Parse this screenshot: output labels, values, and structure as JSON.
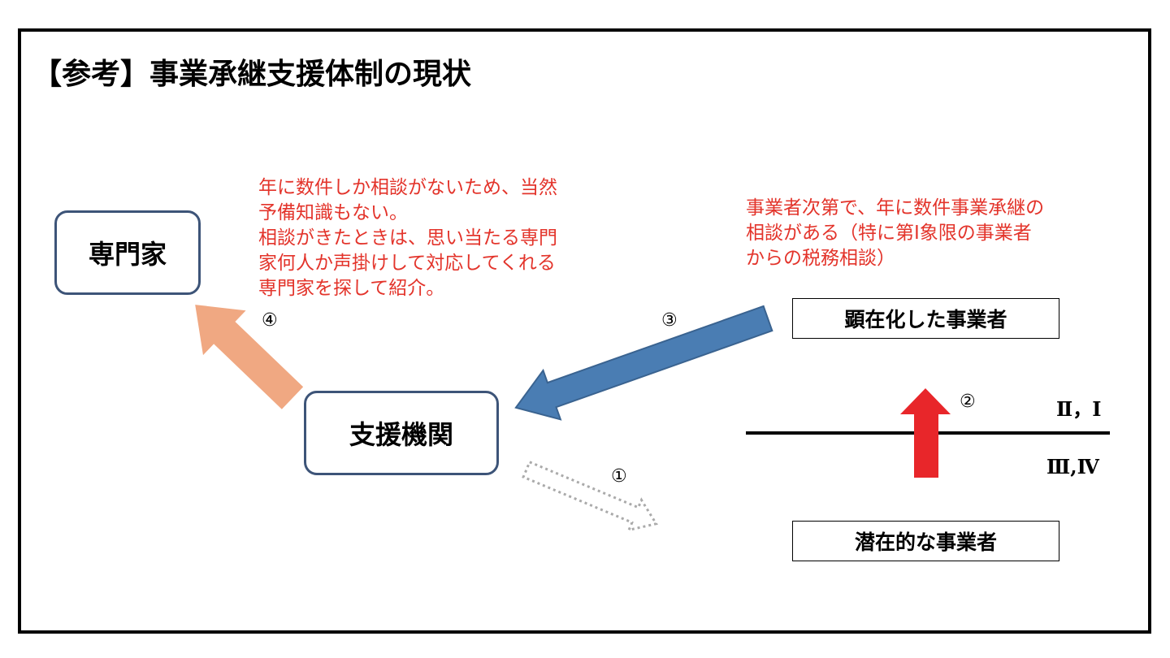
{
  "title": "【参考】事業承継支援体制の現状",
  "nodes": {
    "expert": "専門家",
    "support_org": "支援機関",
    "manifest_business": "顕在化した事業者",
    "latent_business": "潜在的な事業者"
  },
  "notes": {
    "support_org_note": [
      "年に数件しか相談がないため、当然",
      "予備知識もない。",
      "相談がきたときは、思い当たる専門",
      "家何人か声掛けして対応してくれる",
      "専門家を探して紹介。"
    ],
    "business_note": [
      "事業者次第で、年に数件事業承継の",
      "相談がある（特に第Ⅰ象限の事業者",
      "からの税務相談）"
    ]
  },
  "step_labels": {
    "one": "①",
    "two": "②",
    "three": "③",
    "four": "④"
  },
  "quadrants": {
    "upper": "Ⅱ，Ⅰ",
    "lower": "Ⅲ,Ⅳ"
  },
  "colors": {
    "note_red": "#e3342b",
    "blue_arrow": "#4a7db3",
    "orange_arrow": "#f0a882",
    "red_arrow": "#e8262a"
  }
}
